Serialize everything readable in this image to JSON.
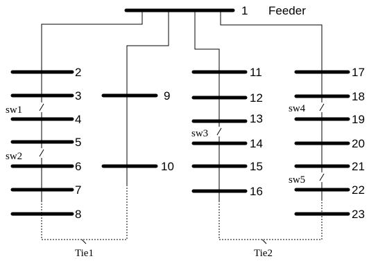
{
  "feeder": {
    "node": "1",
    "label": "Feeder"
  },
  "nodes": [
    "2",
    "3",
    "4",
    "5",
    "6",
    "7",
    "8",
    "9",
    "10",
    "11",
    "12",
    "13",
    "14",
    "15",
    "16",
    "17",
    "18",
    "19",
    "20",
    "21",
    "22",
    "23"
  ],
  "switches": [
    "sw1",
    "sw2",
    "sw3",
    "sw4",
    "sw5"
  ],
  "ties": [
    "Tie1",
    "Tie2"
  ]
}
